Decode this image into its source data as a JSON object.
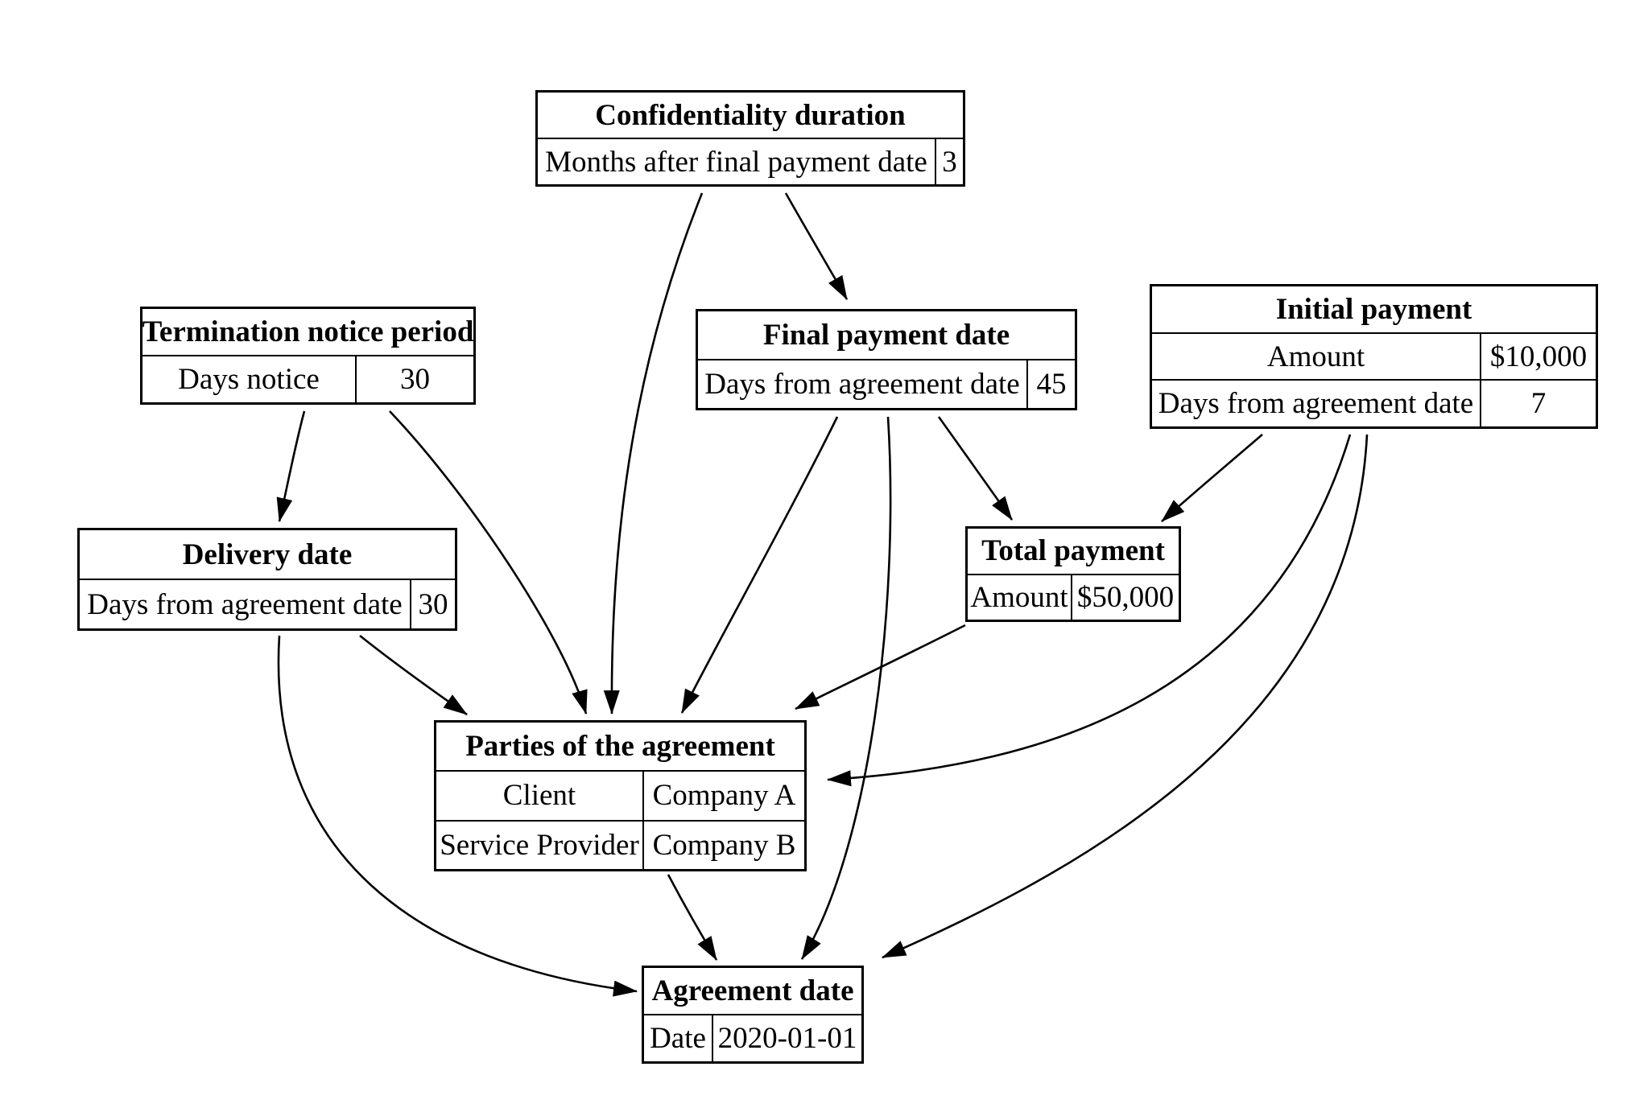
{
  "diagram_type": "contract-terms-dependency-graph",
  "colors": {
    "background": "#ffffff",
    "stroke": "#000000",
    "text": "#000000"
  },
  "nodes": [
    {
      "id": "confidentiality_duration",
      "title": "Confidentiality duration",
      "rows": [
        [
          "Months after final payment date",
          "3"
        ]
      ]
    },
    {
      "id": "termination_notice_period",
      "title": "Termination notice period",
      "rows": [
        [
          "Days notice",
          "30"
        ]
      ]
    },
    {
      "id": "final_payment_date",
      "title": "Final payment date",
      "rows": [
        [
          "Days from agreement date",
          "45"
        ]
      ]
    },
    {
      "id": "initial_payment",
      "title": "Initial payment",
      "rows": [
        [
          "Amount",
          "$10,000"
        ],
        [
          "Days from agreement date",
          "7"
        ]
      ]
    },
    {
      "id": "delivery_date",
      "title": "Delivery date",
      "rows": [
        [
          "Days from agreement date",
          "30"
        ]
      ]
    },
    {
      "id": "total_payment",
      "title": "Total payment",
      "rows": [
        [
          "Amount",
          "$50,000"
        ]
      ]
    },
    {
      "id": "parties_of_the_agreement",
      "title": "Parties of the agreement",
      "rows": [
        [
          "Client",
          "Company A"
        ],
        [
          "Service Provider",
          "Company B"
        ]
      ]
    },
    {
      "id": "agreement_date",
      "title": "Agreement date",
      "rows": [
        [
          "Date",
          "2020-01-01"
        ]
      ]
    }
  ],
  "edges": [
    {
      "from": "Confidentiality duration",
      "to": "Final payment date"
    },
    {
      "from": "Confidentiality duration",
      "to": "Parties of the agreement"
    },
    {
      "from": "Termination notice period",
      "to": "Delivery date"
    },
    {
      "from": "Termination notice period",
      "to": "Parties of the agreement"
    },
    {
      "from": "Final payment date",
      "to": "Parties of the agreement"
    },
    {
      "from": "Final payment date",
      "to": "Total payment"
    },
    {
      "from": "Final payment date",
      "to": "Agreement date"
    },
    {
      "from": "Initial payment",
      "to": "Total payment"
    },
    {
      "from": "Initial payment",
      "to": "Parties of the agreement"
    },
    {
      "from": "Initial payment",
      "to": "Agreement date"
    },
    {
      "from": "Delivery date",
      "to": "Parties of the agreement"
    },
    {
      "from": "Delivery date",
      "to": "Agreement date"
    },
    {
      "from": "Total payment",
      "to": "Parties of the agreement"
    },
    {
      "from": "Parties of the agreement",
      "to": "Agreement date"
    }
  ]
}
